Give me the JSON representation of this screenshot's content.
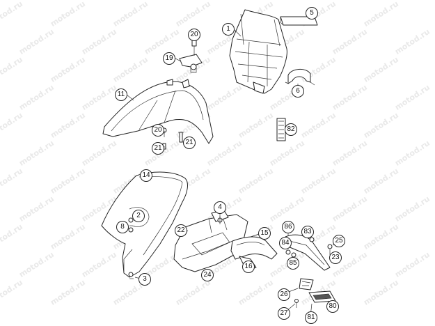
{
  "watermark": {
    "text": "motod.ru",
    "color": "#e9e9e9"
  },
  "callouts": [
    {
      "id": "c1",
      "label": "1"
    },
    {
      "id": "c5",
      "label": "5"
    },
    {
      "id": "c20a",
      "label": "20"
    },
    {
      "id": "c19",
      "label": "19"
    },
    {
      "id": "c11",
      "label": "11"
    },
    {
      "id": "c6",
      "label": "6"
    },
    {
      "id": "c20b",
      "label": "20"
    },
    {
      "id": "c21a",
      "label": "21"
    },
    {
      "id": "c21b",
      "label": "21"
    },
    {
      "id": "c82",
      "label": "82"
    },
    {
      "id": "c14",
      "label": "14"
    },
    {
      "id": "c2",
      "label": "2"
    },
    {
      "id": "c8",
      "label": "8"
    },
    {
      "id": "c3",
      "label": "3"
    },
    {
      "id": "c4",
      "label": "4"
    },
    {
      "id": "c22",
      "label": "22"
    },
    {
      "id": "c15",
      "label": "15"
    },
    {
      "id": "c24",
      "label": "24"
    },
    {
      "id": "c16",
      "label": "16"
    },
    {
      "id": "c86",
      "label": "86"
    },
    {
      "id": "c83",
      "label": "83"
    },
    {
      "id": "c84",
      "label": "84"
    },
    {
      "id": "c85",
      "label": "85"
    },
    {
      "id": "c25",
      "label": "25"
    },
    {
      "id": "c23",
      "label": "23"
    },
    {
      "id": "c26",
      "label": "26"
    },
    {
      "id": "c27",
      "label": "27"
    },
    {
      "id": "c80",
      "label": "80"
    },
    {
      "id": "c81",
      "label": "81"
    }
  ]
}
